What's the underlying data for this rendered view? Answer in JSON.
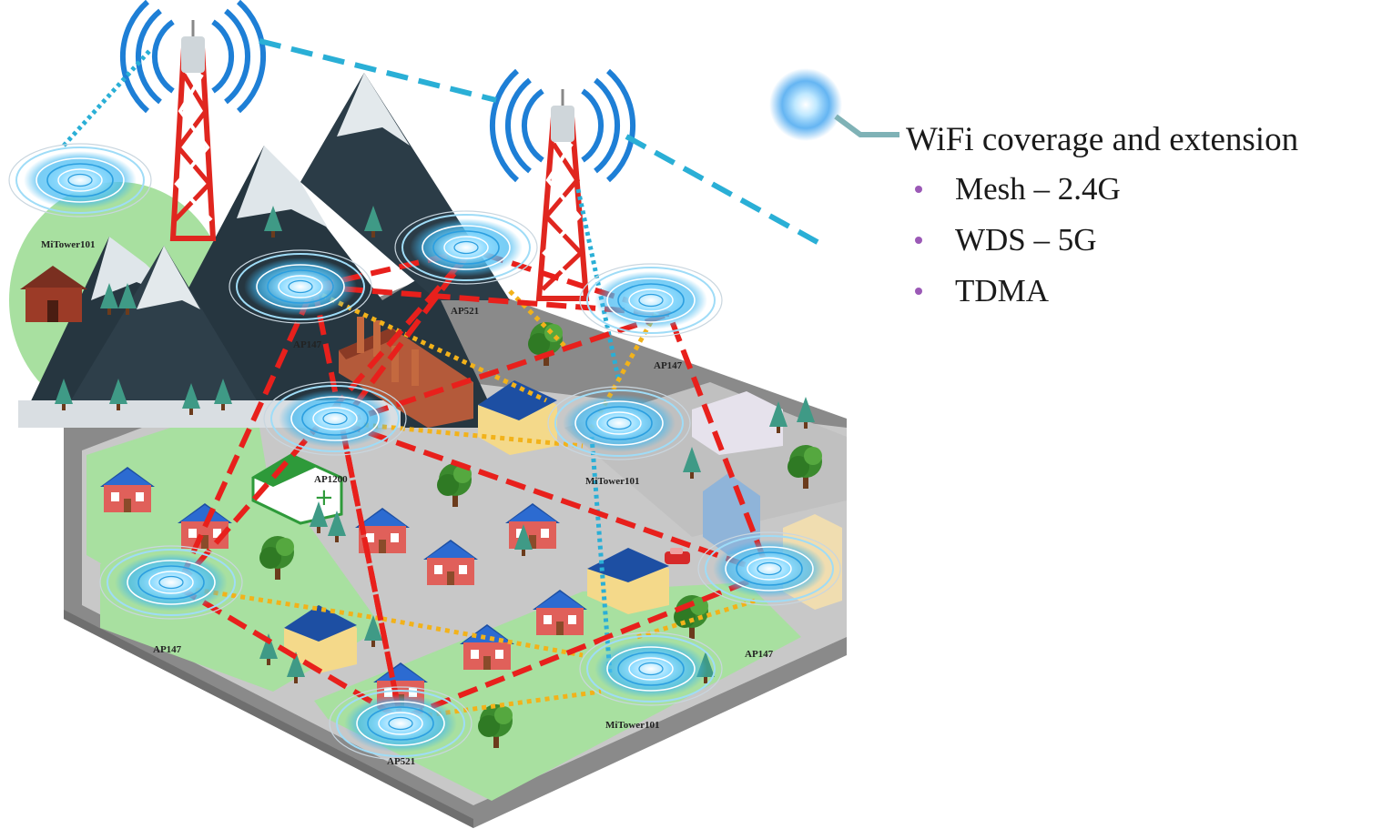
{
  "legend": {
    "title": "WiFi coverage and extension",
    "items": [
      "Mesh – 2.4G",
      "WDS – 5G",
      "TDMA"
    ]
  },
  "device_labels": {
    "mitower_mountain": "MiTower101",
    "ap521_top": "AP521",
    "ap147_left": "AP147",
    "ap147_right": "AP147",
    "ap1200": "AP1200",
    "mitower_center": "MiTower101",
    "ap147_lower_left": "AP147",
    "ap147_lower_right": "AP147",
    "mitower_bottom": "MiTower101",
    "ap521_bottom": "AP521"
  },
  "colors": {
    "mesh_link": "#e8201c",
    "wds_link": "#f2b21a",
    "backhaul_link": "#2aafd6",
    "wifi_signal": "#3fb7f0",
    "legend_bullet": "#9b59b6",
    "tower_red": "#e0261f"
  },
  "icons": [
    "cell-tower-icon",
    "wifi-access-point-icon",
    "house-icon",
    "tree-icon",
    "mountain-icon",
    "factory-icon",
    "office-building-icon",
    "glow-point-icon"
  ]
}
